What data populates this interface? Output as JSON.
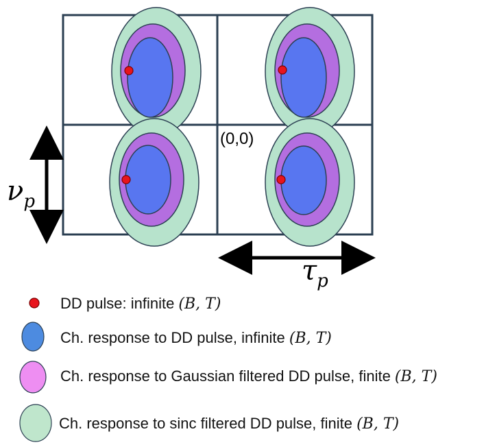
{
  "grid": {
    "origin_label": "(0,0)"
  },
  "axes": {
    "vertical": {
      "symbol": "ν",
      "subscript": "p"
    },
    "horizontal": {
      "symbol": "τ",
      "subscript": "p"
    }
  },
  "colors": {
    "grid_line": "#2b3f52",
    "red_dot": "#e8141c",
    "red_dot_stroke": "#7a0000",
    "blue": "#5876f0",
    "purple": "#b46ee0",
    "green": "#b7e3cc",
    "legend_blue": "#4d8be0",
    "legend_pink": "#ee8ef2",
    "legend_green": "#bfe6cc"
  },
  "legend": [
    {
      "text": "DD pulse: infinite ",
      "math": "(B, T)",
      "marker": "red-dot"
    },
    {
      "text": "Ch. response to DD pulse, infinite ",
      "math": "(B, T)",
      "marker": "blue-ellipse"
    },
    {
      "text": "Ch. response to Gaussian filtered DD pulse, finite ",
      "math": "(B, T)",
      "marker": "pink-ellipse"
    },
    {
      "text": "Ch. response to sinc filtered DD pulse, finite ",
      "math": "(B, T)",
      "marker": "green-ellipse"
    }
  ]
}
